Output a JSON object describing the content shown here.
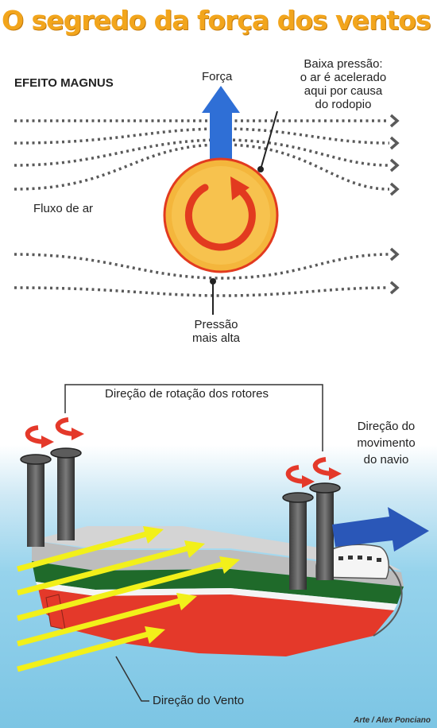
{
  "title": "O segredo da força dos ventos",
  "magnus": {
    "heading": "EFEITO MAGNUS",
    "force_label": "Força",
    "low_pressure_lines": [
      "Baixa pressão:",
      "o ar é acelerado",
      "aqui por causa",
      "do rodopio"
    ],
    "airflow_label": "Fluxo de ar",
    "high_pressure_lines": [
      "Pressão",
      "mais alta"
    ]
  },
  "ship": {
    "rotation_label": "Direção de rotação dos rotores",
    "movement_lines": [
      "Direção do",
      "movimento",
      "do navio"
    ],
    "wind_label": "Direção do Vento"
  },
  "credit": "Arte / Alex Ponciano",
  "colors": {
    "title": "#f2a51c",
    "cylinder": "#f4b63c",
    "cylinder_outline": "#e23a1f",
    "force_arrow": "#2f6fd6",
    "hull_green": "#1f6a2a",
    "hull_red": "#e4392a",
    "wind_arrow": "#f2f01a",
    "motion_arrow": "#2a57b8",
    "water": "#a7dcf0"
  },
  "icons": [
    "rotation-arrow-icon",
    "force-arrow-icon",
    "wind-arrow-icon",
    "motion-arrow-icon"
  ]
}
